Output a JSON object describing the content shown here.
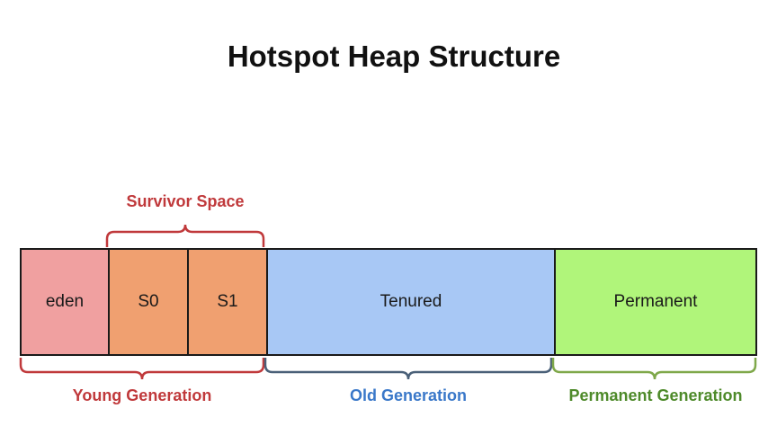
{
  "title": "Hotspot Heap Structure",
  "segments": {
    "eden": {
      "label": "eden",
      "color": "#f0a0a0"
    },
    "s0": {
      "label": "S0",
      "color": "#f0a070"
    },
    "s1": {
      "label": "S1",
      "color": "#f0a070"
    },
    "tenured": {
      "label": "Tenured",
      "color": "#a8c8f5"
    },
    "permanent": {
      "label": "Permanent",
      "color": "#b0f57a"
    }
  },
  "groups": {
    "survivor": {
      "label": "Survivor Space",
      "color": "#c0393b"
    },
    "young": {
      "label": "Young Generation",
      "color": "#c0393b"
    },
    "old": {
      "label": "Old Generation",
      "color": "#3a78c9"
    },
    "permanent": {
      "label": "Permanent Generation",
      "color": "#4e8a2a"
    }
  },
  "brace_colors": {
    "survivor": "#c0393b",
    "young": "#c0393b",
    "old": "#4a6078",
    "permanent": "#7fa84a"
  }
}
